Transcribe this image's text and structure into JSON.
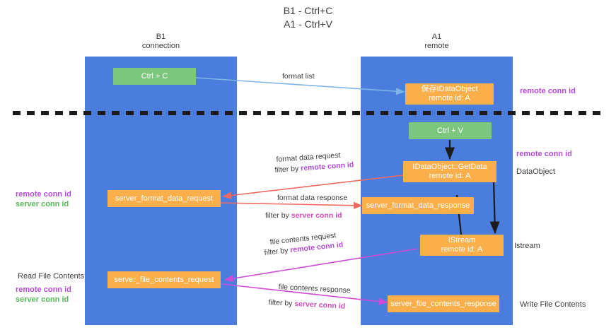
{
  "title": "B1 - Ctrl+C\nA1 - Ctrl+V",
  "lanes": {
    "b1": {
      "header": "B1\nconnection"
    },
    "a1": {
      "header": "A1\nremote"
    }
  },
  "nodes": {
    "ctrl_c": {
      "label": "Ctrl + C"
    },
    "ctrl_v": {
      "label": "Ctrl + V"
    },
    "save_dataobject": {
      "line1": "保存IDataObject",
      "line2": "remote id: A"
    },
    "getdata": {
      "line1": "IDataObject::GetData",
      "line2": "remote id: A"
    },
    "istream": {
      "line1": "IStream",
      "line2": "remote id: A"
    },
    "server_format_data_request": {
      "label": "server_format_data_request"
    },
    "server_format_data_response": {
      "label": "server_format_data_response"
    },
    "server_file_contents_request": {
      "label": "server_file_contents_request"
    },
    "server_file_contents_response": {
      "label": "server_file_contents_response"
    }
  },
  "edge_labels": {
    "format_list": "format list",
    "format_data_request": "format data request",
    "format_data_request_filter_prefix": "filter by ",
    "format_data_request_filter_key": "remote conn id",
    "format_data_response": "format data response",
    "format_data_response_filter_prefix": "filter by ",
    "format_data_response_filter_key": "server conn id",
    "file_contents_request": "file contents request",
    "file_contents_request_filter_prefix": "filter by ",
    "file_contents_request_filter_key": "remote conn id",
    "file_contents_response": "file contents response",
    "file_contents_response_filter_prefix": "filter by ",
    "file_contents_response_filter_key": "server conn id"
  },
  "side_labels": {
    "right_remote_conn_id_top": "remote conn id",
    "right_remote_conn_id_mid": "remote conn id",
    "right_dataobject": "DataObject",
    "right_istream": "Istream",
    "right_write_file_contents": "Write File Contents",
    "left_remote_conn_id": "remote conn id",
    "left_server_conn_id": "server conn id",
    "left_read_file_contents": "Read File Contents",
    "left_remote_conn_id_2": "remote conn id",
    "left_server_conn_id_2": "server conn id"
  },
  "colors": {
    "lane": "#4a7ddd",
    "green_node": "#7dc67d",
    "orange_node": "#fbaf4b",
    "purple_text": "#b44bd8",
    "green_text": "#57b857",
    "arrow_blue": "#7fb4e8",
    "arrow_red": "#f06a60",
    "arrow_magenta": "#cf4bd8",
    "arrow_dark": "#222222",
    "background": "#ffffff"
  }
}
